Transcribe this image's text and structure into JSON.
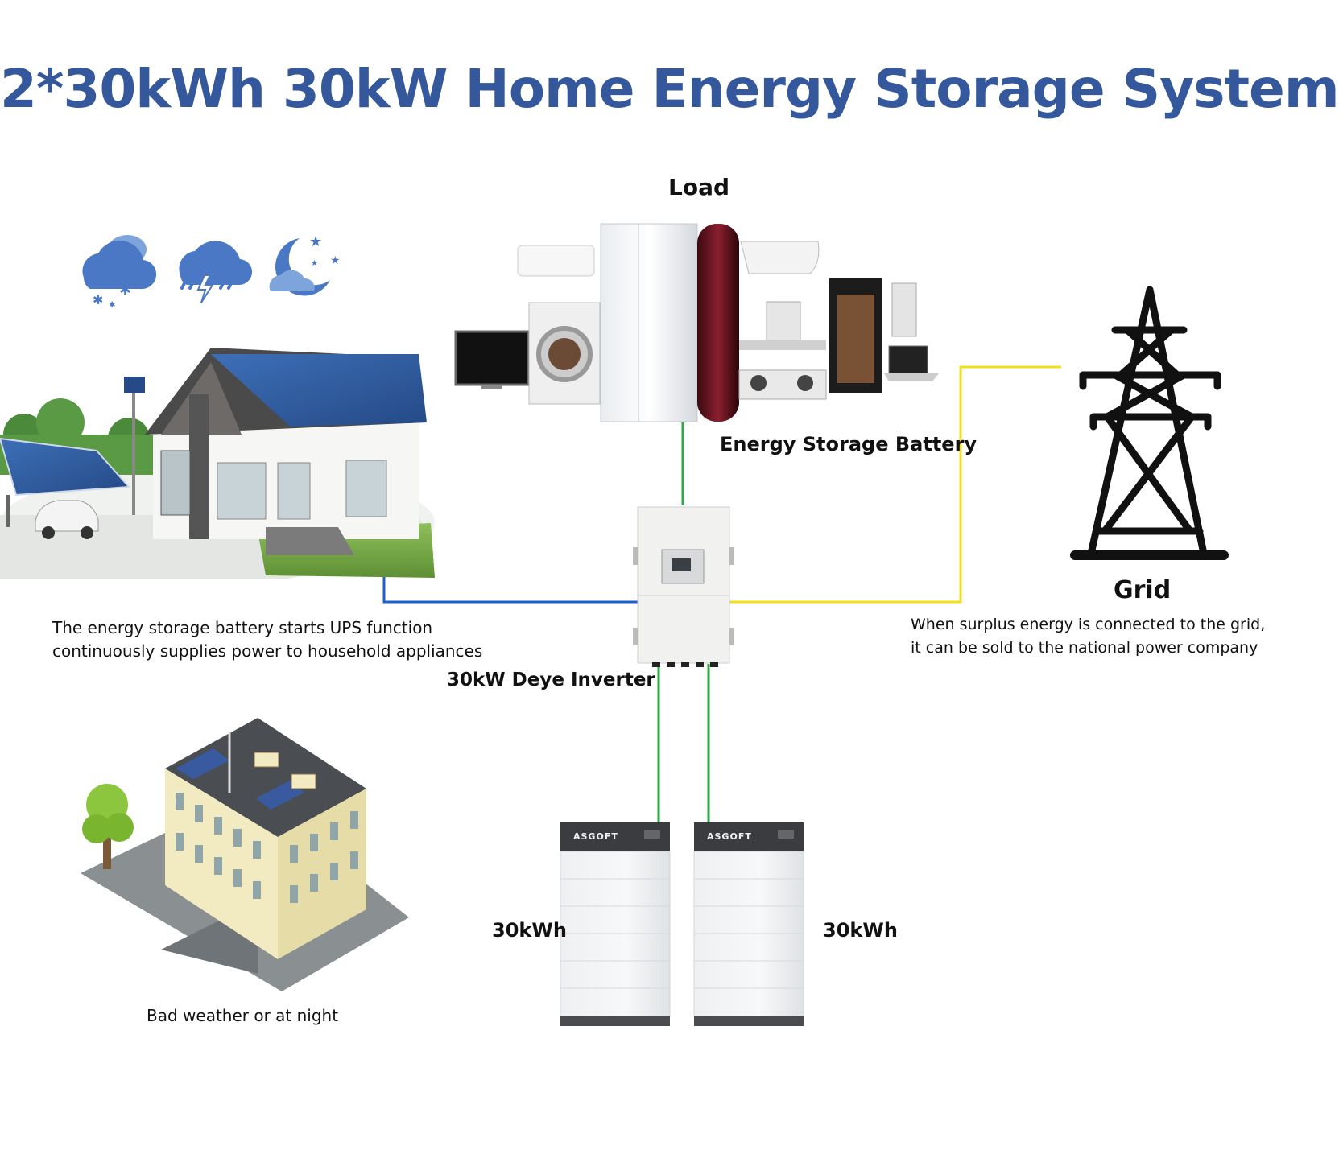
{
  "title": "2*30kWh 30kW Home Energy Storage System",
  "labels": {
    "load": "Load",
    "energy_storage_battery": "Energy Storage Battery",
    "grid": "Grid",
    "inverter": "30kW Deye Inverter",
    "battery_left": "30kWh",
    "battery_right": "30kWh"
  },
  "descriptions": {
    "ups_line1": "The energy storage battery starts UPS function",
    "ups_line2": "continuously supplies power to household appliances",
    "grid_line1": "When surplus energy is connected to the grid,",
    "grid_line2": "it can be sold to the national power company",
    "night": "Bad weather or at night"
  },
  "battery_brand": "ASGOFT",
  "colors": {
    "title": "#34589b",
    "line_blue": "#1e5fd0",
    "line_green": "#2fa84a",
    "line_yellow": "#f2e11a",
    "weather_icons": "#4a78c4"
  },
  "icons": [
    "cloud-snow-icon",
    "cloud-storm-icon",
    "moon-cloud-icon",
    "power-tower-icon"
  ]
}
